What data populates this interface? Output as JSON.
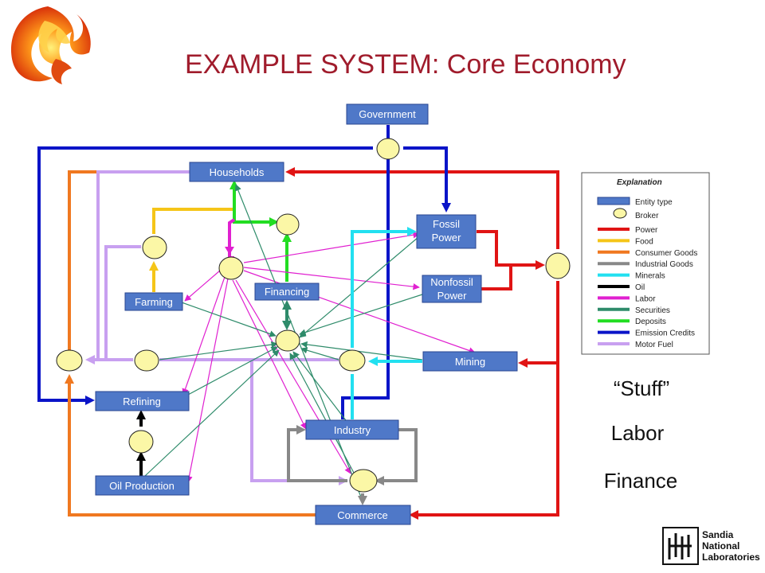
{
  "title": "EXAMPLE SYSTEM: Core Economy",
  "entities": {
    "government": "Government",
    "households": "Households",
    "fossil_power": [
      "Fossil",
      "Power"
    ],
    "nonfossil_power": [
      "Nonfossil",
      "Power"
    ],
    "farming": "Farming",
    "financing": "Financing",
    "mining": "Mining",
    "refining": "Refining",
    "industry": "Industry",
    "oil_production": "Oil Production",
    "commerce": "Commerce"
  },
  "legend": {
    "title": "Explanation",
    "entity_type": "Entity type",
    "broker": "Broker",
    "items": [
      {
        "label": "Power",
        "color": "#e01414"
      },
      {
        "label": "Food",
        "color": "#f5c518"
      },
      {
        "label": "Consumer Goods",
        "color": "#f07820"
      },
      {
        "label": "Industrial Goods",
        "color": "#888888"
      },
      {
        "label": "Minerals",
        "color": "#22e0f0"
      },
      {
        "label": "Oil",
        "color": "#000000"
      },
      {
        "label": "Labor",
        "color": "#e020d0"
      },
      {
        "label": "Securities",
        "color": "#2e8b6a"
      },
      {
        "label": "Deposits",
        "color": "#22dd22"
      },
      {
        "label": "Emission Credits",
        "color": "#0a14c8"
      },
      {
        "label": "Motor Fuel",
        "color": "#c8a0f0"
      }
    ]
  },
  "side_labels": [
    "“Stuff”",
    "Labor",
    "Finance"
  ],
  "sandia": [
    "Sandia",
    "National",
    "Laboratories"
  ],
  "colors": {
    "entity_fill": "#4f78c8",
    "entity_stroke": "#2a4690",
    "broker_fill": "#fbf7a6",
    "broker_stroke": "#222222",
    "title": "#a01c2c"
  }
}
